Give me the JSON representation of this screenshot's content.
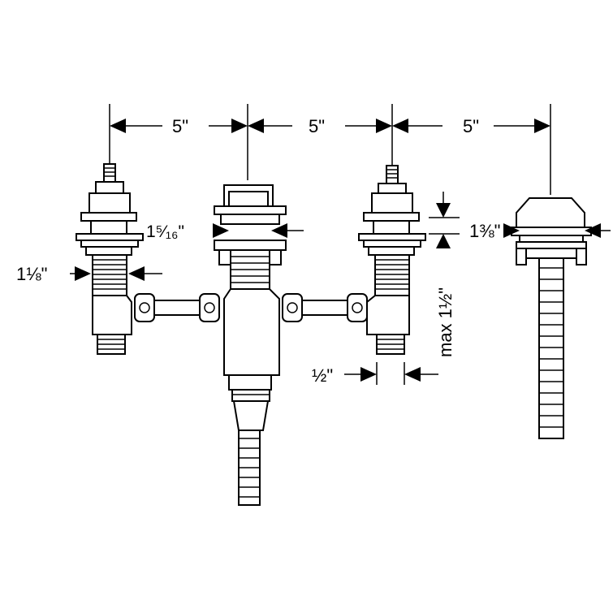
{
  "dimensions": {
    "spacing_1": "5\"",
    "spacing_2": "5\"",
    "spacing_3": "5\"",
    "spout_width": "1⁵⁄₁₆\"",
    "handle_body_width": "1⅛\"",
    "diverter_width": "1⅜\"",
    "deck_thickness": "max 1½\"",
    "outlet_width": "½\""
  }
}
